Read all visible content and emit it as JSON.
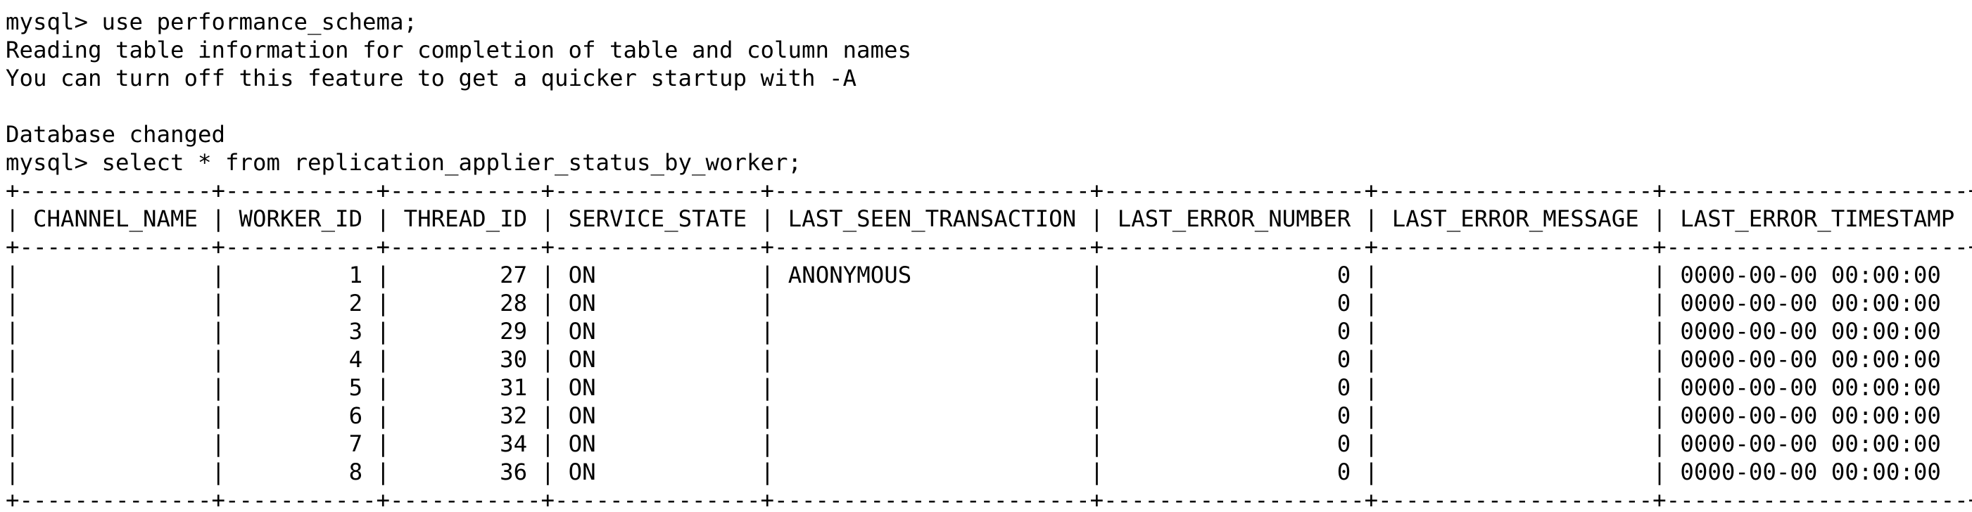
{
  "terminal": {
    "session": [
      {
        "prompt": "mysql> ",
        "command": "use performance_schema;"
      },
      {
        "text": "Reading table information for completion of table and column names"
      },
      {
        "text": "You can turn off this feature to get a quicker startup with -A"
      },
      {
        "text": ""
      },
      {
        "text": "Database changed"
      },
      {
        "prompt": "mysql> ",
        "command": "select * from replication_applier_status_by_worker;"
      }
    ],
    "result_table": {
      "columns": [
        "CHANNEL_NAME",
        "WORKER_ID",
        "THREAD_ID",
        "SERVICE_STATE",
        "LAST_SEEN_TRANSACTION",
        "LAST_ERROR_NUMBER",
        "LAST_ERROR_MESSAGE",
        "LAST_ERROR_TIMESTAMP"
      ],
      "rows": [
        [
          "",
          "1",
          "27",
          "ON",
          "ANONYMOUS",
          "0",
          "",
          "0000-00-00 00:00:00"
        ],
        [
          "",
          "2",
          "28",
          "ON",
          "",
          "0",
          "",
          "0000-00-00 00:00:00"
        ],
        [
          "",
          "3",
          "29",
          "ON",
          "",
          "0",
          "",
          "0000-00-00 00:00:00"
        ],
        [
          "",
          "4",
          "30",
          "ON",
          "",
          "0",
          "",
          "0000-00-00 00:00:00"
        ],
        [
          "",
          "5",
          "31",
          "ON",
          "",
          "0",
          "",
          "0000-00-00 00:00:00"
        ],
        [
          "",
          "6",
          "32",
          "ON",
          "",
          "0",
          "",
          "0000-00-00 00:00:00"
        ],
        [
          "",
          "7",
          "34",
          "ON",
          "",
          "0",
          "",
          "0000-00-00 00:00:00"
        ],
        [
          "",
          "8",
          "36",
          "ON",
          "",
          "0",
          "",
          "0000-00-00 00:00:00"
        ]
      ]
    }
  }
}
